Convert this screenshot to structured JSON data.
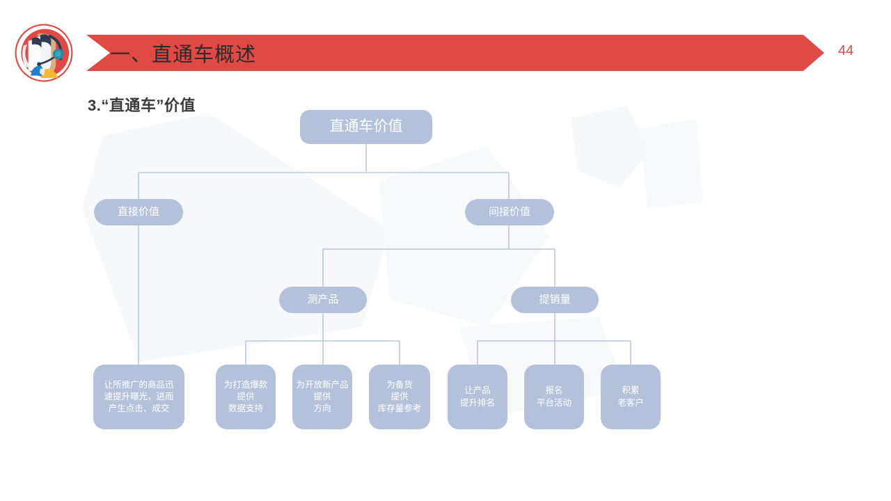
{
  "header": {
    "title": "一、直通车概述",
    "page_number": "44",
    "banner_color": "#e04a45",
    "logo_icon": "customer-service-headset-logo"
  },
  "subtitle": "3.“直通车”价值",
  "diagram": {
    "node_color": "#b3c2da",
    "connector_color": "#aabdd6",
    "root": {
      "label": "直通车价值"
    },
    "level2": [
      {
        "id": "direct",
        "label": "直接价值"
      },
      {
        "id": "indirect",
        "label": "间接价值"
      }
    ],
    "level3": [
      {
        "id": "test-product",
        "label": "测产品"
      },
      {
        "id": "boost-sales",
        "label": "提销量"
      }
    ],
    "leaves": [
      {
        "id": "direct-leaf-1",
        "lines": [
          "让所推广的商品迅",
          "速提升曝光，进而",
          "产生点击、成交"
        ]
      },
      {
        "id": "test-leaf-1",
        "lines": [
          "为打造爆款",
          "提供",
          "数据支持"
        ]
      },
      {
        "id": "test-leaf-2",
        "lines": [
          "为开放新产品",
          "提供",
          "方向"
        ]
      },
      {
        "id": "test-leaf-3",
        "lines": [
          "为备货",
          "提供",
          "库存量参考"
        ]
      },
      {
        "id": "sales-leaf-1",
        "lines": [
          "让产品",
          "提升排名"
        ]
      },
      {
        "id": "sales-leaf-2",
        "lines": [
          "报名",
          "平台活动"
        ]
      },
      {
        "id": "sales-leaf-3",
        "lines": [
          "积累",
          "老客户"
        ]
      }
    ]
  }
}
